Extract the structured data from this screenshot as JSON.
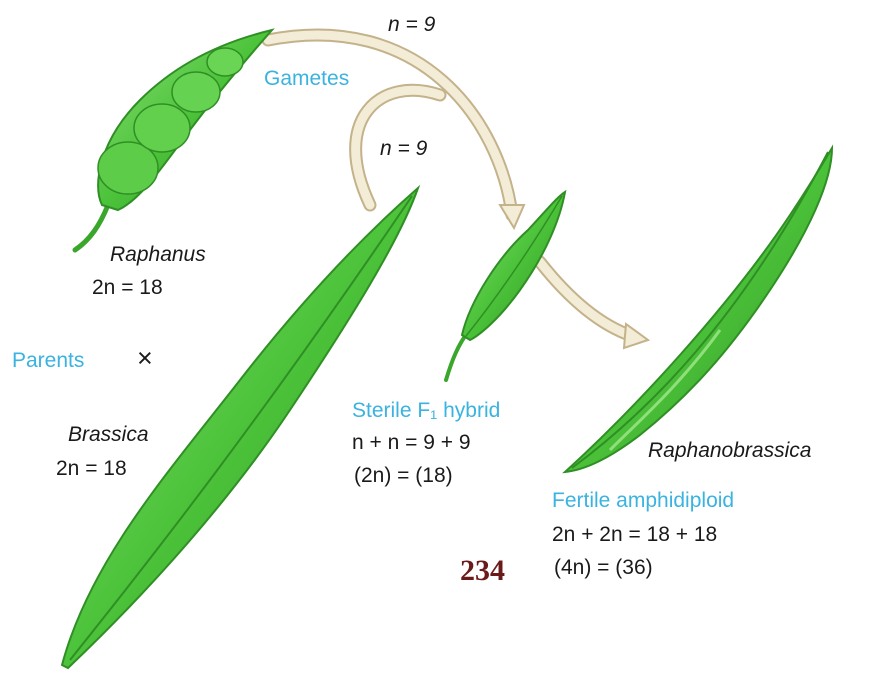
{
  "labels": {
    "n9_top": "n = 9",
    "gametes": "Gametes",
    "n9_mid": "n = 9",
    "raphanus_name": "Raphanus",
    "raphanus_count": "2n = 18",
    "parents": "Parents",
    "cross": "×",
    "brassica_name": "Brassica",
    "brassica_count": "2n = 18",
    "sterile_hybrid": "Sterile F₁ hybrid",
    "hybrid_sum": "n + n = 9 + 9",
    "hybrid_total": "(2n) = (18)",
    "raphanobrassica_name": "Raphanobrassica",
    "fertile": "Fertile amphidiploid",
    "amphi_sum": "2n + 2n = 18 + 18",
    "amphi_total": "(4n) = (36)",
    "page_number": "234"
  },
  "colors": {
    "pod_fill": "#4cc33a",
    "pod_light": "#8fe07a",
    "pod_dark": "#2f8f24",
    "arrow": "#f3ecd6",
    "arrow_edge": "#c4b28a",
    "label_cyan": "#3bb3e0",
    "label_black": "#1a1a1a",
    "page_number": "#6b1a1a"
  }
}
